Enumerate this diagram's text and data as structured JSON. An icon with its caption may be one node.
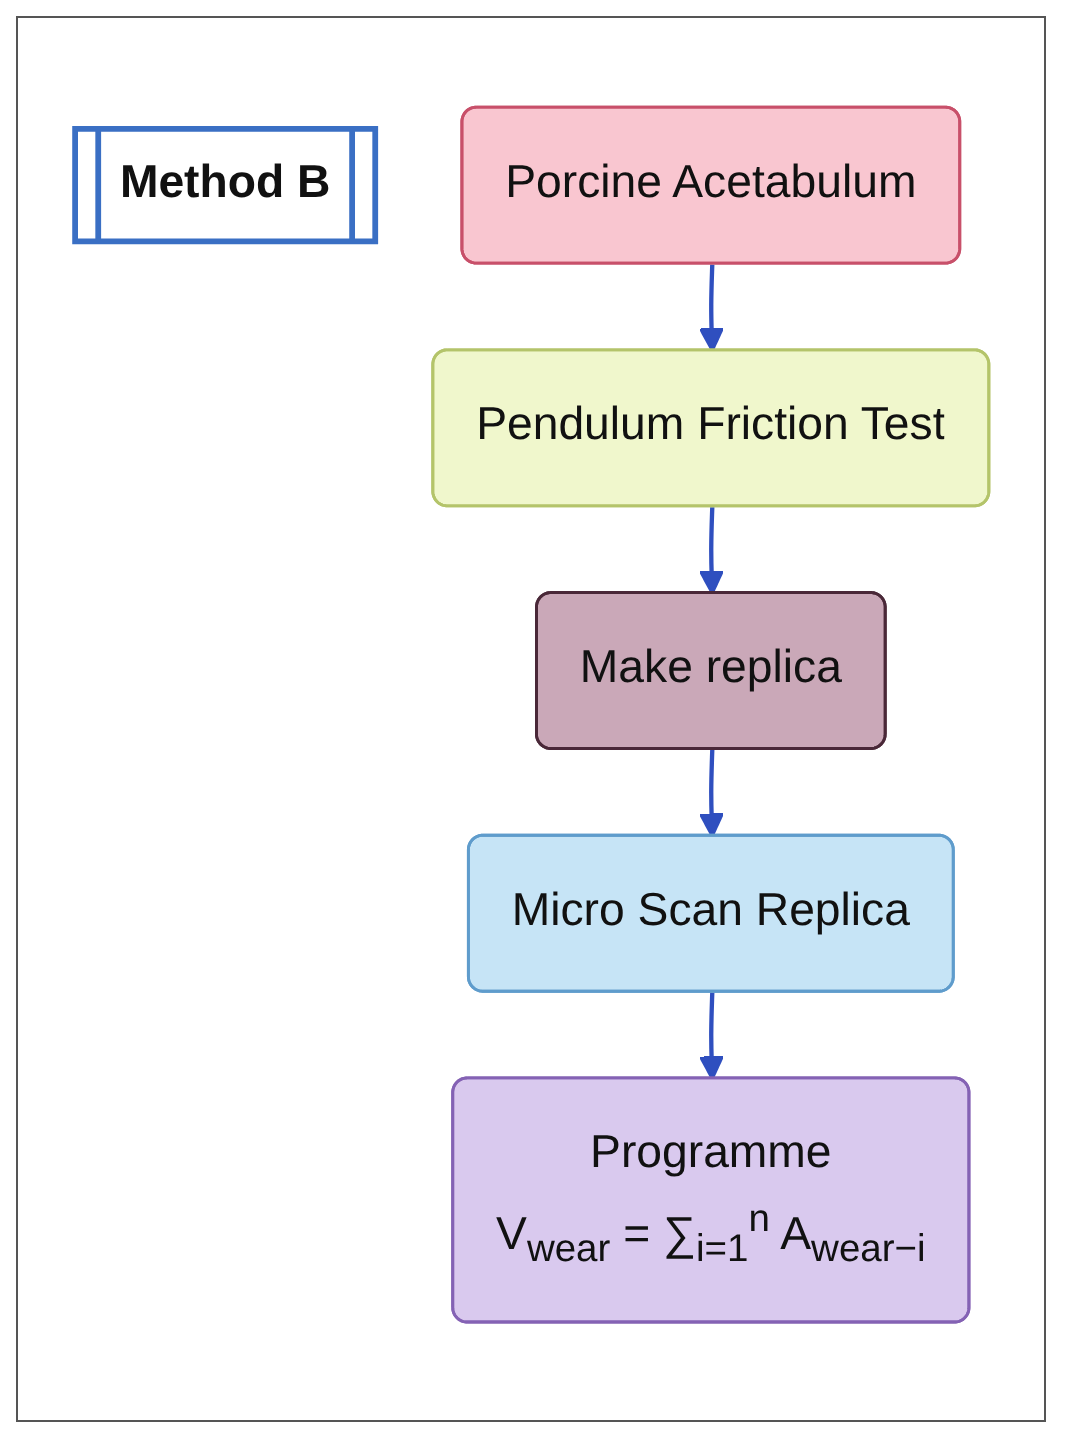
{
  "diagram": {
    "nodes": [
      {
        "text": [
          "Method B"
        ]
      },
      {
        "text": [
          "Porcine Acetabulum"
        ]
      },
      {
        "text": [
          "Pendulum Friction Test"
        ]
      },
      {
        "text": [
          "Make replica"
        ]
      },
      {
        "text": [
          "Micro Scan Replica"
        ]
      },
      {
        "text": [
          "Programme",
          "V$_{wear}$ = ∑$_{i=1}$$^{n}$ A$_{wear−i}$"
        ]
      }
    ],
    "edges": [
      {
        "from": 1,
        "to": 2,
        "arrow": "to"
      },
      {
        "from": 2,
        "to": 3,
        "arrow": "to"
      },
      {
        "from": 3,
        "to": 4,
        "arrow": "to"
      },
      {
        "from": 4,
        "to": 5,
        "arrow": "to"
      }
    ]
  }
}
